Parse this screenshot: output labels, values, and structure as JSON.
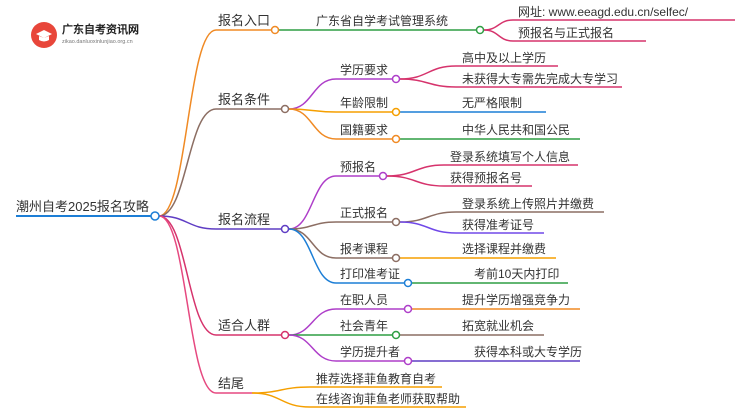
{
  "logo": {
    "title": "广东自考资讯网",
    "subtitle": "zikao.danluoxinlunjiao.org.cn",
    "brand_color": "#e8463a"
  },
  "mindmap": {
    "root": "潮州自考2025报名攻略",
    "branches": [
      {
        "label": "报名入口",
        "color": "#f08a24",
        "children": [
          {
            "label": "广东省自学考试管理系统",
            "color": "#2f9e44",
            "children": [
              {
                "label": "网址: www.eeagd.edu.cn/selfec/",
                "color": "#d6336c"
              },
              {
                "label": "预报名与正式报名",
                "color": "#d6336c"
              }
            ]
          }
        ]
      },
      {
        "label": "报名条件",
        "color": "#8c6e63",
        "children": [
          {
            "label": "学历要求",
            "color": "#ae3ec9",
            "children": [
              {
                "label": "高中及以上学历",
                "color": "#d6336c"
              },
              {
                "label": "未获得大专需先完成大专学习",
                "color": "#d6336c"
              }
            ]
          },
          {
            "label": "年龄限制",
            "color": "#f59f00",
            "children": [
              {
                "label": "无严格限制",
                "color": "#1c7ed6"
              }
            ]
          },
          {
            "label": "国籍要求",
            "color": "#f08a24",
            "children": [
              {
                "label": "中华人民共和国公民",
                "color": "#2f9e44"
              }
            ]
          }
        ]
      },
      {
        "label": "报名流程",
        "color": "#5f3dc4",
        "children": [
          {
            "label": "预报名",
            "color": "#ae3ec9",
            "children": [
              {
                "label": "登录系统填写个人信息",
                "color": "#d6336c"
              },
              {
                "label": "获得预报名号",
                "color": "#d6336c"
              }
            ]
          },
          {
            "label": "正式报名",
            "color": "#8c6e63",
            "children": [
              {
                "label": "登录系统上传照片并缴费",
                "color": "#8c6e63"
              },
              {
                "label": "获得准考证号",
                "color": "#7048e8"
              }
            ]
          },
          {
            "label": "报考课程",
            "color": "#8c6e63",
            "children": [
              {
                "label": "选择课程并缴费",
                "color": "#f59f00"
              }
            ]
          },
          {
            "label": "打印准考证",
            "color": "#1c7ed6",
            "children": [
              {
                "label": "考前10天内打印",
                "color": "#2f9e44"
              }
            ]
          }
        ]
      },
      {
        "label": "适合人群",
        "color": "#d6336c",
        "children": [
          {
            "label": "在职人员",
            "color": "#ae3ec9",
            "children": [
              {
                "label": "提升学历增强竞争力",
                "color": "#f08a24"
              }
            ]
          },
          {
            "label": "社会青年",
            "color": "#2f9e44",
            "children": [
              {
                "label": "拓宽就业机会",
                "color": "#8c6e63"
              }
            ]
          },
          {
            "label": "学历提升者",
            "color": "#ae3ec9",
            "children": [
              {
                "label": "获得本科或大专学历",
                "color": "#5f3dc4"
              }
            ]
          }
        ]
      },
      {
        "label": "结尾",
        "color": "#e64980",
        "children": [
          {
            "label": "推荐选择菲鱼教育自考",
            "color": "#f59f00"
          },
          {
            "label": "在线咨询菲鱼老师获取帮助",
            "color": "#f59f00"
          }
        ]
      }
    ],
    "root_color": "#1c7ed6"
  }
}
